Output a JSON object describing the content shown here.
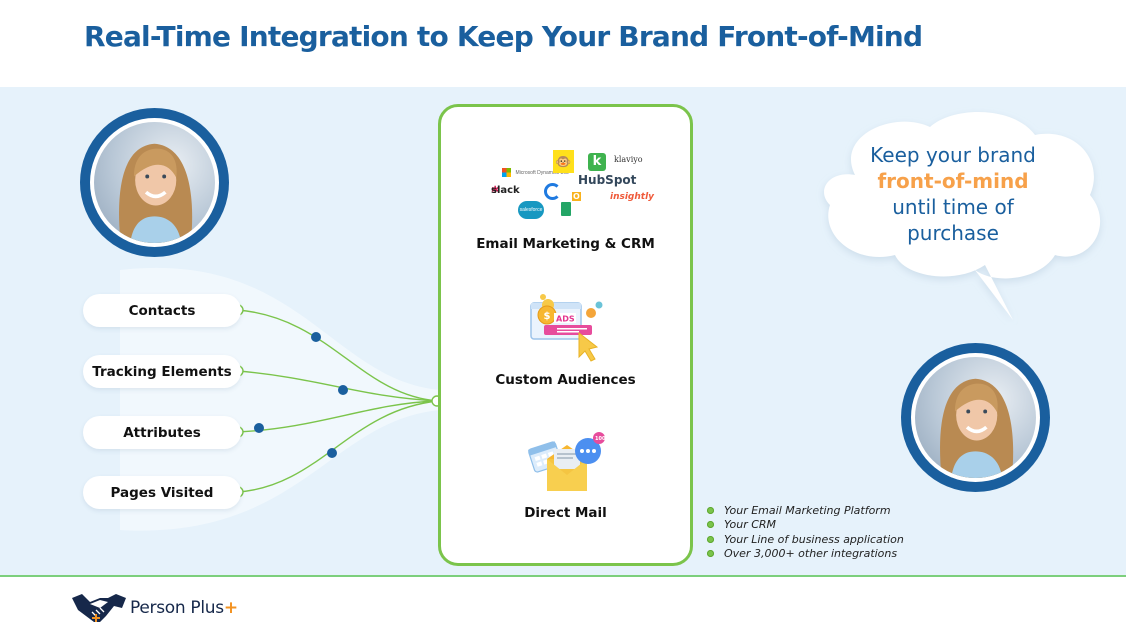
{
  "header": {
    "title": "Real-Time Integration to Keep Your Brand Front-of-Mind"
  },
  "colors": {
    "brand_blue": "#1a5f9e",
    "accent_green": "#7bc44b",
    "accent_orange": "#f7a14a",
    "band_bg": "#e6f2fb",
    "connector_dot": "#1a5f9e"
  },
  "data_sources": [
    {
      "label": "Contacts",
      "icon": "connector-node"
    },
    {
      "label": "Tracking Elements",
      "icon": "connector-node"
    },
    {
      "label": "Attributes",
      "icon": "connector-node"
    },
    {
      "label": "Pages Visited",
      "icon": "connector-node"
    }
  ],
  "channels": {
    "items": [
      {
        "label": "Email Marketing & CRM",
        "icon": "integration-logos"
      },
      {
        "label": "Custom Audiences",
        "icon": "ads-cursor-icon"
      },
      {
        "label": "Direct Mail",
        "icon": "envelope-calendar-chat-icon"
      }
    ],
    "integration_logos": [
      "Microsoft Dynamics 365",
      "Mailchimp",
      "k",
      "klaviyo",
      "HubSpot",
      "slack",
      "zoho",
      "insightly",
      "salesforce",
      "Google Sheets"
    ],
    "ads_badge": "ADS",
    "mail_badge": "100"
  },
  "callout": {
    "line1": "Keep your brand",
    "highlight": "front-of-mind",
    "line3": "until time of",
    "line4": "purchase"
  },
  "integrations_list": [
    "Your Email Marketing Platform",
    "Your CRM",
    "Your Line of business application",
    "Over 3,000+ other integrations"
  ],
  "footer": {
    "brand": "Person Plus",
    "brand_plus": "+"
  },
  "avatars": [
    {
      "alt": "Customer portrait"
    },
    {
      "alt": "Customer portrait"
    }
  ]
}
